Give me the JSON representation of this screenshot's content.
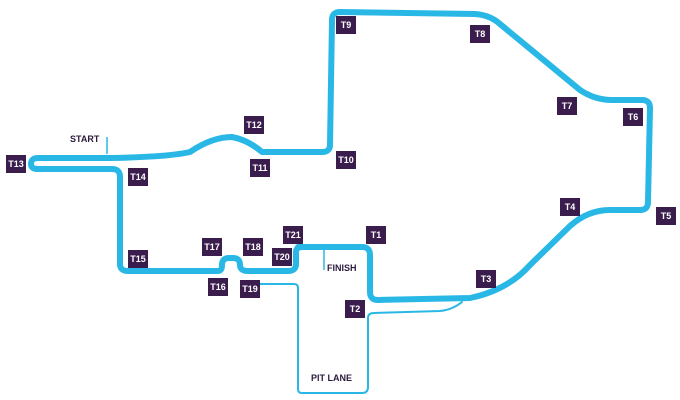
{
  "colors": {
    "track": "#29b8e6",
    "pit_lane": "#29b8e6",
    "label_bg": "#3a1d4d",
    "label_text": "#ffffff",
    "text": "#2b1a3c"
  },
  "labels": {
    "start": "START",
    "finish": "FINISH",
    "pit_lane": "PIT LANE"
  },
  "corners": [
    {
      "id": "t1",
      "label": "T1"
    },
    {
      "id": "t2",
      "label": "T2"
    },
    {
      "id": "t3",
      "label": "T3"
    },
    {
      "id": "t4",
      "label": "T4"
    },
    {
      "id": "t5",
      "label": "T5"
    },
    {
      "id": "t6",
      "label": "T6"
    },
    {
      "id": "t7",
      "label": "T7"
    },
    {
      "id": "t8",
      "label": "T8"
    },
    {
      "id": "t9",
      "label": "T9"
    },
    {
      "id": "t10",
      "label": "T10"
    },
    {
      "id": "t11",
      "label": "T11"
    },
    {
      "id": "t12",
      "label": "T12"
    },
    {
      "id": "t13",
      "label": "T13"
    },
    {
      "id": "t14",
      "label": "T14"
    },
    {
      "id": "t15",
      "label": "T15"
    },
    {
      "id": "t16",
      "label": "T16"
    },
    {
      "id": "t17",
      "label": "T17"
    },
    {
      "id": "t18",
      "label": "T18"
    },
    {
      "id": "t19",
      "label": "T19"
    },
    {
      "id": "t20",
      "label": "T20"
    },
    {
      "id": "t21",
      "label": "T21"
    }
  ]
}
